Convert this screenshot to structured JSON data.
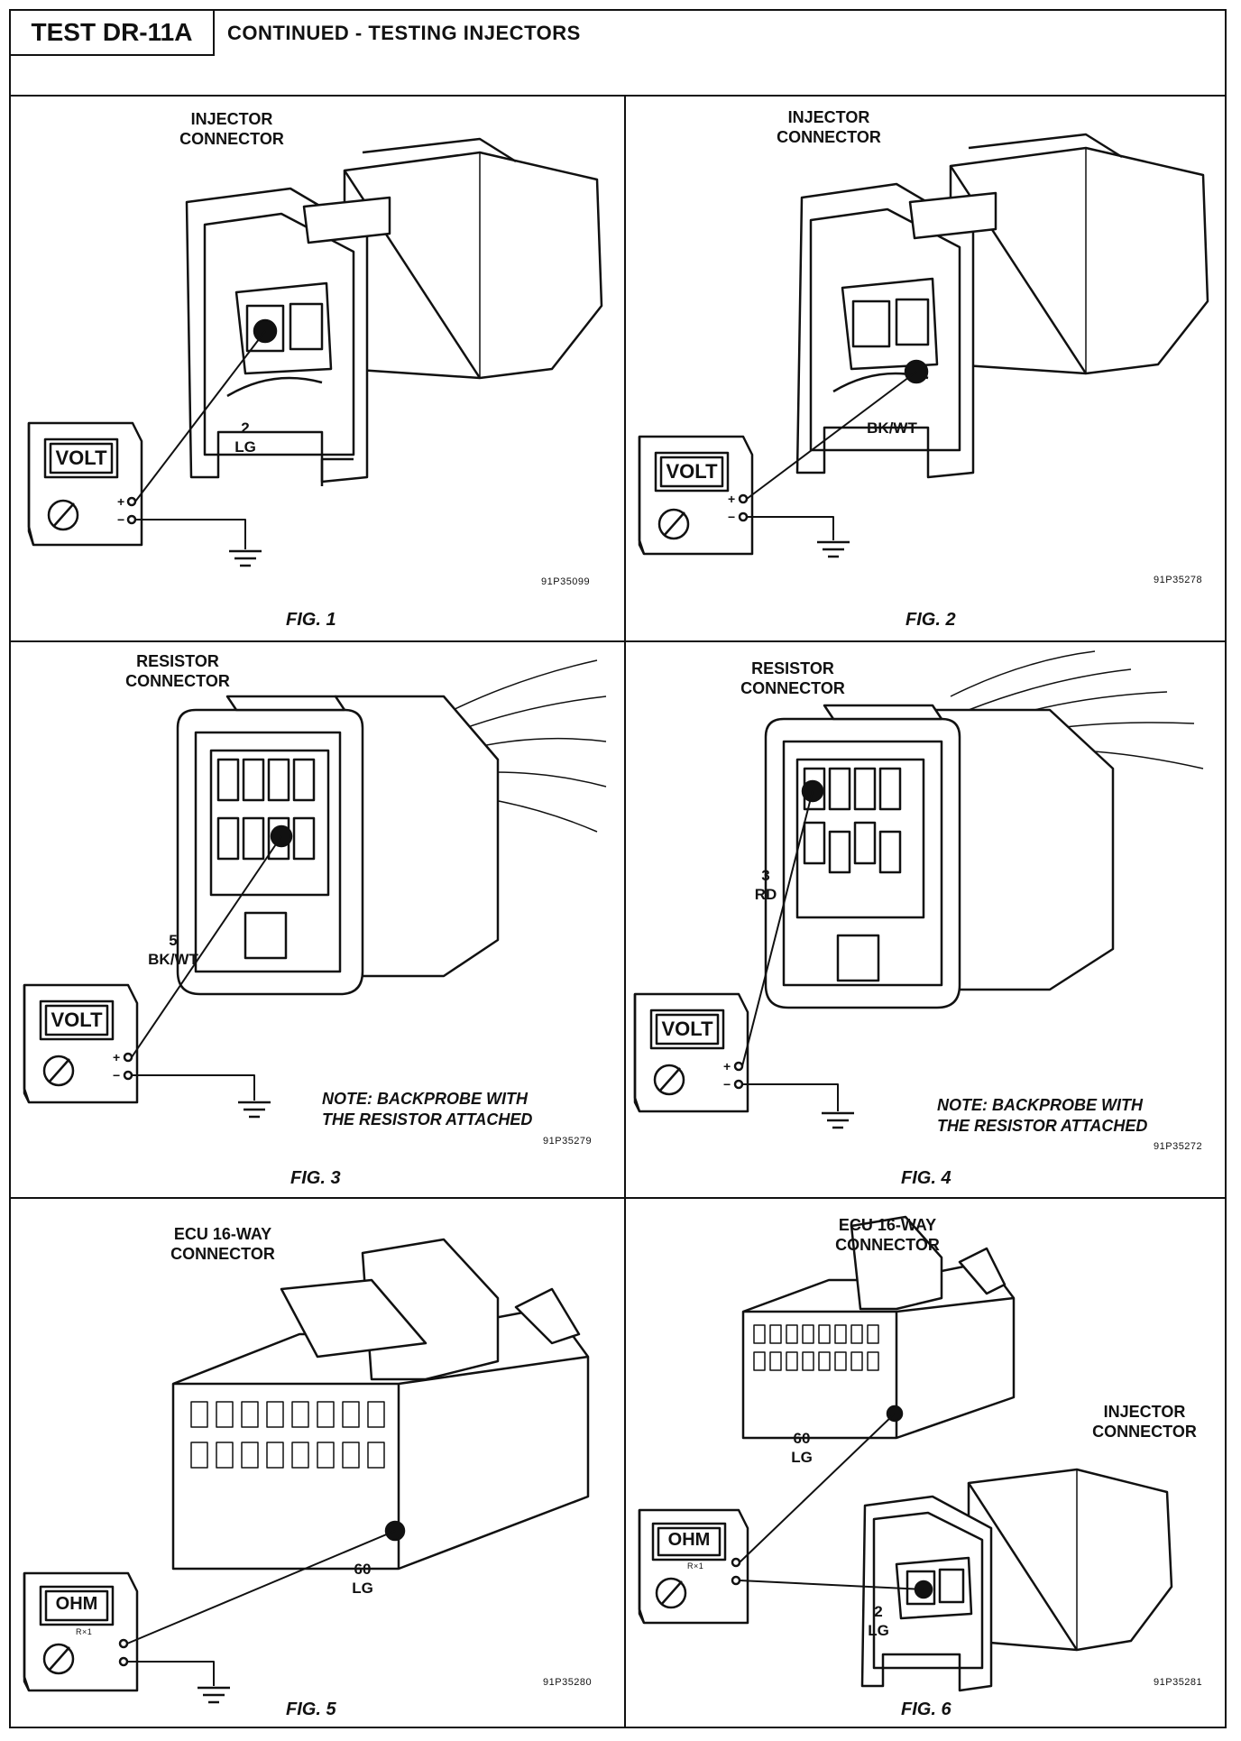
{
  "header": {
    "test_id": "TEST DR-11A",
    "title": "CONTINUED - TESTING INJECTORS"
  },
  "figures": [
    {
      "fig_label": "FIG. 1",
      "connector_label_line1": "INJECTOR",
      "connector_label_line2": "CONNECTOR",
      "pin": "2",
      "wire_color": "LG",
      "meter": "VOLT",
      "code": "91P35099"
    },
    {
      "fig_label": "FIG. 2",
      "connector_label_line1": "INJECTOR",
      "connector_label_line2": "CONNECTOR",
      "wire_color": "BK/WT",
      "meter": "VOLT",
      "code": "91P35278"
    },
    {
      "fig_label": "FIG. 3",
      "connector_label_line1": "RESISTOR",
      "connector_label_line2": "CONNECTOR",
      "pin": "5",
      "wire_color": "BK/WT",
      "meter": "VOLT",
      "note_line1": "NOTE: BACKPROBE WITH",
      "note_line2": "THE RESISTOR ATTACHED",
      "code": "91P35279"
    },
    {
      "fig_label": "FIG. 4",
      "connector_label_line1": "RESISTOR",
      "connector_label_line2": "CONNECTOR",
      "pin": "3",
      "wire_color": "RD",
      "meter": "VOLT",
      "note_line1": "NOTE: BACKPROBE WITH",
      "note_line2": "THE RESISTOR ATTACHED",
      "code": "91P35272"
    },
    {
      "fig_label": "FIG. 5",
      "connector_label_line1": "ECU 16-WAY",
      "connector_label_line2": "CONNECTOR",
      "pin": "60",
      "wire_color": "LG",
      "meter": "OHM",
      "meter_range": "R×1",
      "code": "91P35280"
    },
    {
      "fig_label": "FIG. 6",
      "connector_label_line1": "ECU 16-WAY",
      "connector_label_line2": "CONNECTOR",
      "connector2_label_line1": "INJECTOR",
      "connector2_label_line2": "CONNECTOR",
      "pin": "60",
      "wire_color": "LG",
      "pin2": "2",
      "wire_color2": "LG",
      "meter": "OHM",
      "meter_range": "R×1",
      "code": "91P35281"
    }
  ]
}
